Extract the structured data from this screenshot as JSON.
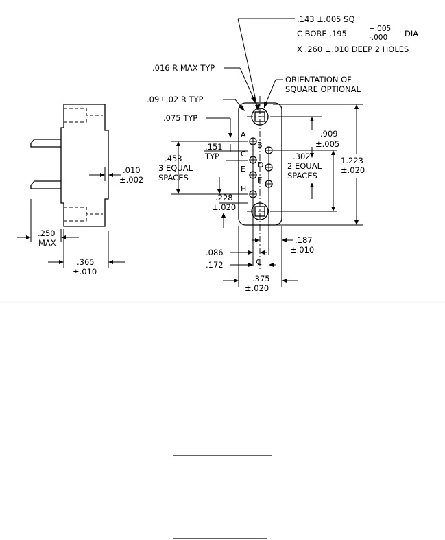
{
  "callouts": {
    "sq": ".143 ±.005 SQ",
    "cbore": "C BORE .195",
    "cbore_tol_plus": "+.005",
    "cbore_tol_minus": "-.000",
    "cbore_dia": "DIA",
    "deep": "X .260 ±.010 DEEP 2 HOLES",
    "r_max": ".016 R MAX TYP",
    "orient_1": "ORIENTATION OF",
    "orient_2": "SQUARE OPTIONAL",
    "r_typ": ".09±.02 R TYP",
    "typ075": ".075 TYP"
  },
  "dims": {
    "d151": ".151",
    "d151_typ": "TYP",
    "d453": ".453",
    "three_eq_1": "3 EQUAL",
    "three_eq_2": "SPACES",
    "d909": ".909",
    "d909_tol": "±.005",
    "d302": ".302",
    "two_eq_1": "2 EQUAL",
    "two_eq_2": "SPACES",
    "d1223": "1.223",
    "d1223_tol": "±.020",
    "d228": ".228",
    "d228_tol": "±.020",
    "d010": ".010",
    "d010_tol": "±.002",
    "d250": ".250",
    "d250_max": "MAX",
    "d365": ".365",
    "d365_tol": "±.010",
    "d086": ".086",
    "d172": ".172",
    "d187": ".187",
    "d187_tol": "±.010",
    "d375": ".375",
    "d375_tol": "±.020",
    "centerline": "℄"
  },
  "contacts": [
    "A",
    "B",
    "C",
    "D",
    "E",
    "F",
    "H"
  ]
}
